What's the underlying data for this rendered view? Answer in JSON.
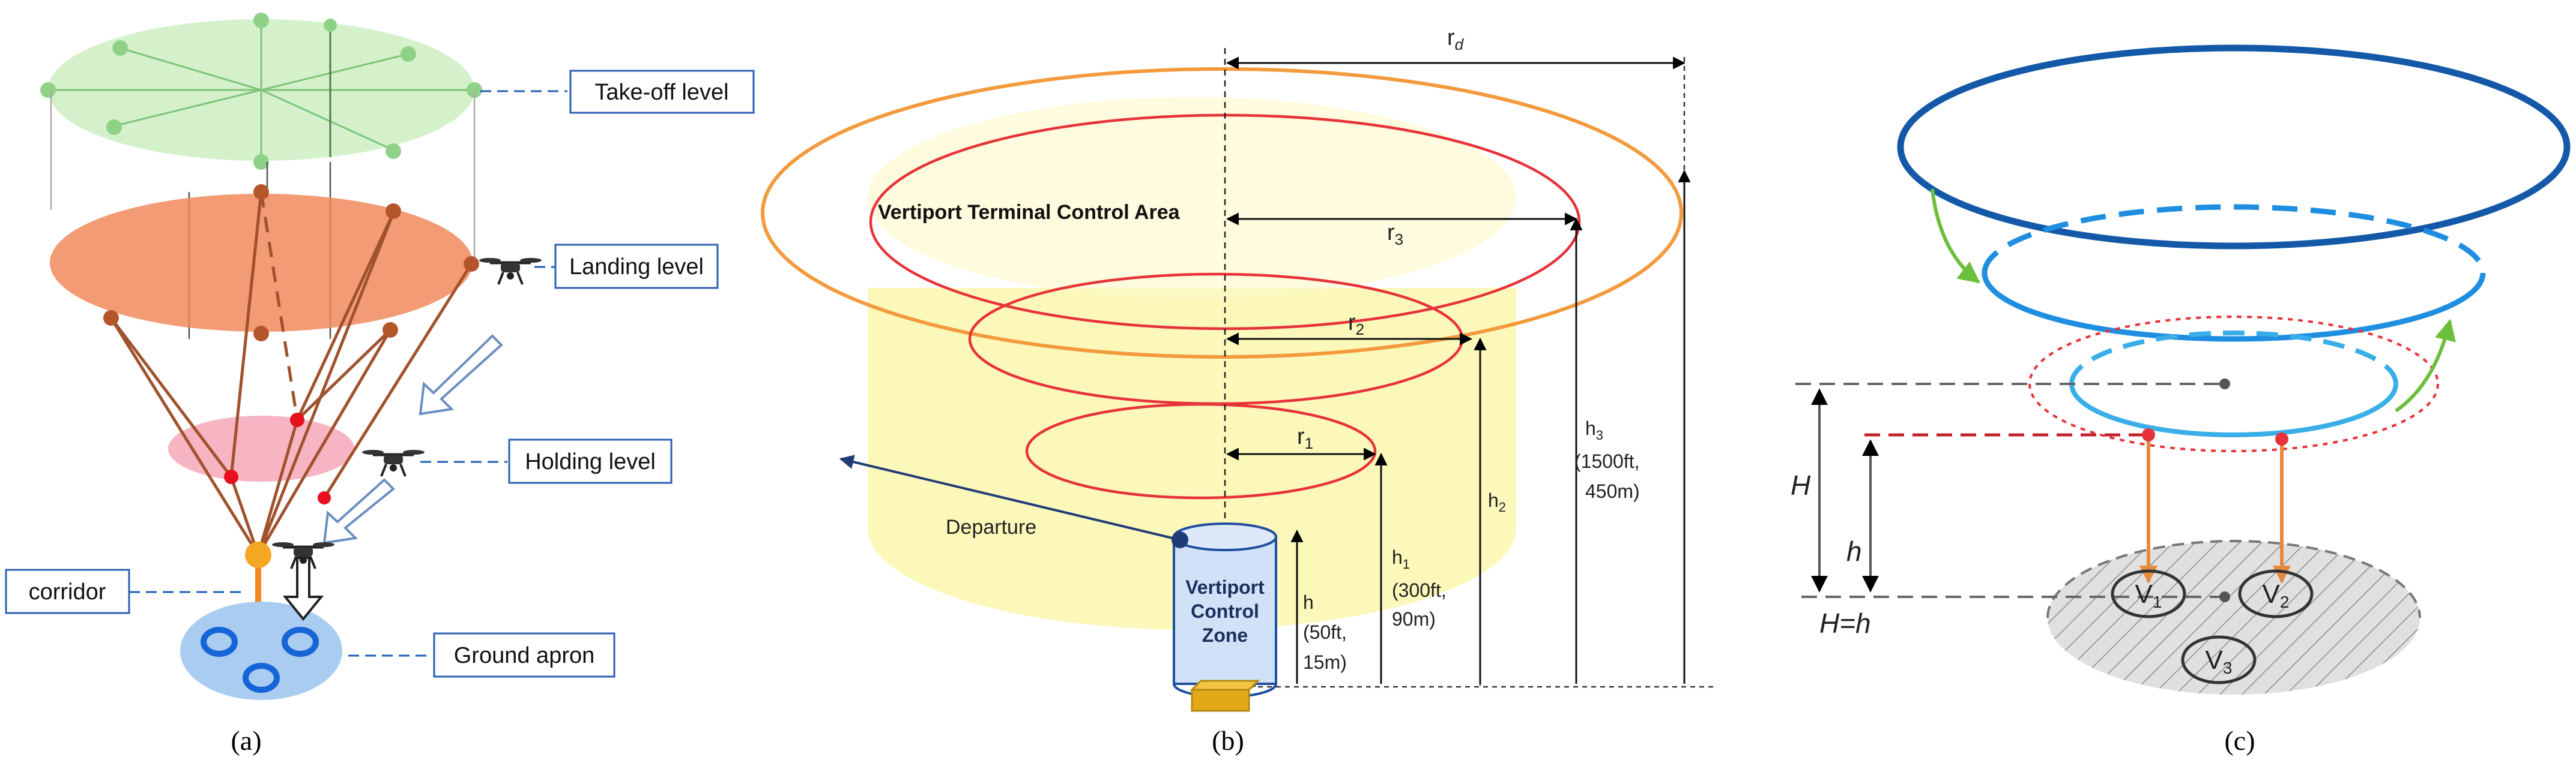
{
  "panel_a": {
    "caption": "(a)",
    "labels": {
      "takeoff": "Take-off level",
      "landing": "Landing level",
      "holding": "Holding level",
      "corridor": "corridor",
      "ground": "Ground apron"
    },
    "icons": [
      "drone-icon",
      "down-arrow-icon"
    ]
  },
  "panel_b": {
    "caption": "(b)",
    "title": "Vertiport Terminal Control Area",
    "zone": [
      "Vertiport",
      "Control",
      "Zone"
    ],
    "departure": "Departure",
    "radii": {
      "rd": "r",
      "rd_sub": "d",
      "r3": "r",
      "r3_sub": "3",
      "r2": "r",
      "r2_sub": "2",
      "r1": "r",
      "r1_sub": "1"
    },
    "heights": {
      "h": [
        "h",
        "(50ft,",
        "15m)"
      ],
      "h1": [
        "h",
        "1",
        "(300ft,",
        "90m)"
      ],
      "h2": [
        "h",
        "2"
      ],
      "h3": [
        "h",
        "3",
        "(1500ft,",
        "450m)"
      ]
    }
  },
  "panel_c": {
    "caption": "(c)",
    "H": "H",
    "h": "h",
    "Heq": "H=h",
    "V1": "V",
    "V1_sub": "1",
    "V2": "V",
    "V2_sub": "2",
    "V3": "V",
    "V3_sub": "3"
  }
}
